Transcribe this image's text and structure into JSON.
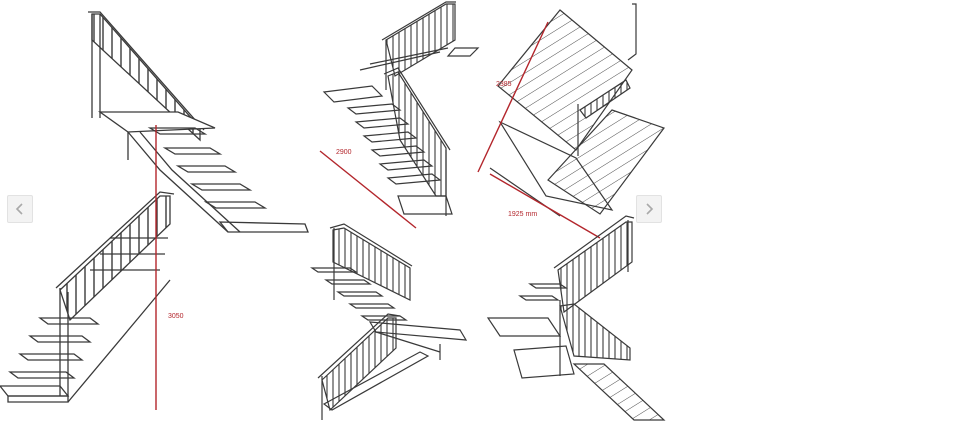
{
  "viewer": {
    "prev_icon": "chevron-left-icon",
    "next_icon": "chevron-right-icon"
  },
  "dimensions": {
    "height_left": "3050",
    "length_mid": "2900",
    "height_right": "2385",
    "width_right": "1925 mm"
  },
  "colors": {
    "line": "#3a3a3a",
    "dimension": "#b3262c",
    "nav_bg": "#f3f3f3",
    "nav_arrow": "#a9a9a9"
  }
}
